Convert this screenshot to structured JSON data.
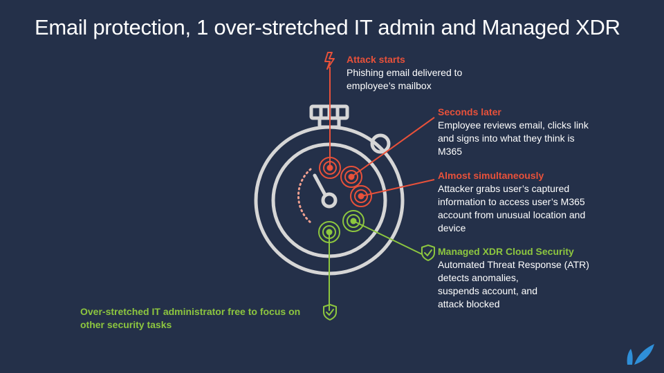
{
  "slide": {
    "title": "Email protection, 1 over-stretched IT admin and Managed XDR"
  },
  "colors": {
    "background": "#243049",
    "threat": "#e8513a",
    "defense": "#8dc63f",
    "stopwatch": "#d6d6d6",
    "text": "#ffffff"
  },
  "callouts": {
    "attack_starts": {
      "heading": "Attack starts",
      "lines": [
        "Phishing email delivered to",
        "employee’s mailbox"
      ]
    },
    "seconds_later": {
      "heading": "Seconds later",
      "lines": [
        "Employee reviews email, clicks link",
        "and signs into what they think is",
        "M365"
      ]
    },
    "almost_simultaneously": {
      "heading": "Almost simultaneously",
      "lines": [
        "Attacker grabs user’s captured",
        "information to access user’s M365",
        "account from unusual location and",
        "device"
      ]
    },
    "managed_xdr": {
      "heading": "Managed XDR Cloud Security",
      "lines": [
        "Automated Threat Response (ATR)",
        "detects anomalies,",
        "suspends account, and",
        "attack blocked"
      ]
    },
    "it_admin": {
      "heading_lines": [
        "Over-stretched IT administrator free to focus on",
        "other security tasks"
      ]
    }
  },
  "icons": {
    "attack": "lightning-bolt-icon",
    "xdr": "shield-check-icon",
    "admin": "shield-check-icon",
    "stopwatch": "stopwatch-icon",
    "logo": "barracuda-logo"
  }
}
